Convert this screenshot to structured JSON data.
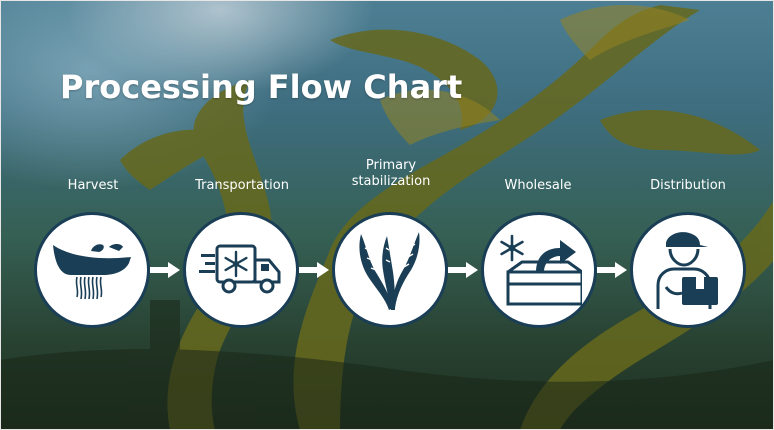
{
  "slide": {
    "title": "Processing Flow Chart"
  },
  "steps": [
    {
      "label": "Harvest",
      "icon": "harvest-boat-icon"
    },
    {
      "label": "Transportation",
      "icon": "refrigerated-truck-icon"
    },
    {
      "label": "Primary\nstabilization",
      "icon": "seaweed-icon"
    },
    {
      "label": "Wholesale",
      "icon": "frozen-box-icon"
    },
    {
      "label": "Distribution",
      "icon": "delivery-person-icon"
    }
  ],
  "colors": {
    "icon_fill": "#1a3e55",
    "circle_fill": "#ffffff",
    "circle_border": "#1a3e55",
    "text": "#ffffff",
    "arrow": "#ffffff"
  }
}
